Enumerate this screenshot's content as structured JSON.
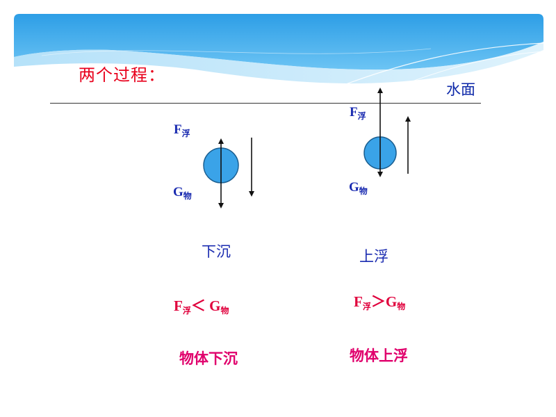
{
  "title": "两个过程：",
  "water_surface_label": "水面",
  "sinking": {
    "buoyancy_symbol": "F",
    "buoyancy_sub": "浮",
    "gravity_symbol": "G",
    "gravity_sub": "物",
    "caption": "下沉",
    "relation_f": "F",
    "relation_f_sub": "浮",
    "relation_op": "＜ ",
    "relation_g": "G",
    "relation_g_sub": "物",
    "result": "物体下沉"
  },
  "floating": {
    "buoyancy_symbol": "F",
    "buoyancy_sub": "浮",
    "gravity_symbol": "G",
    "gravity_sub": "物",
    "caption": "上浮",
    "relation_f": "F",
    "relation_f_sub": "浮",
    "relation_op": "＞",
    "relation_g": "G",
    "relation_g_sub": "物",
    "result": "物体上浮"
  },
  "colors": {
    "title": "#e8001c",
    "labels": "#1a2bb0",
    "relation": "#e0003c",
    "result": "#e0006c",
    "ball": "#3aa3e8",
    "banner": "#39a9ea"
  }
}
